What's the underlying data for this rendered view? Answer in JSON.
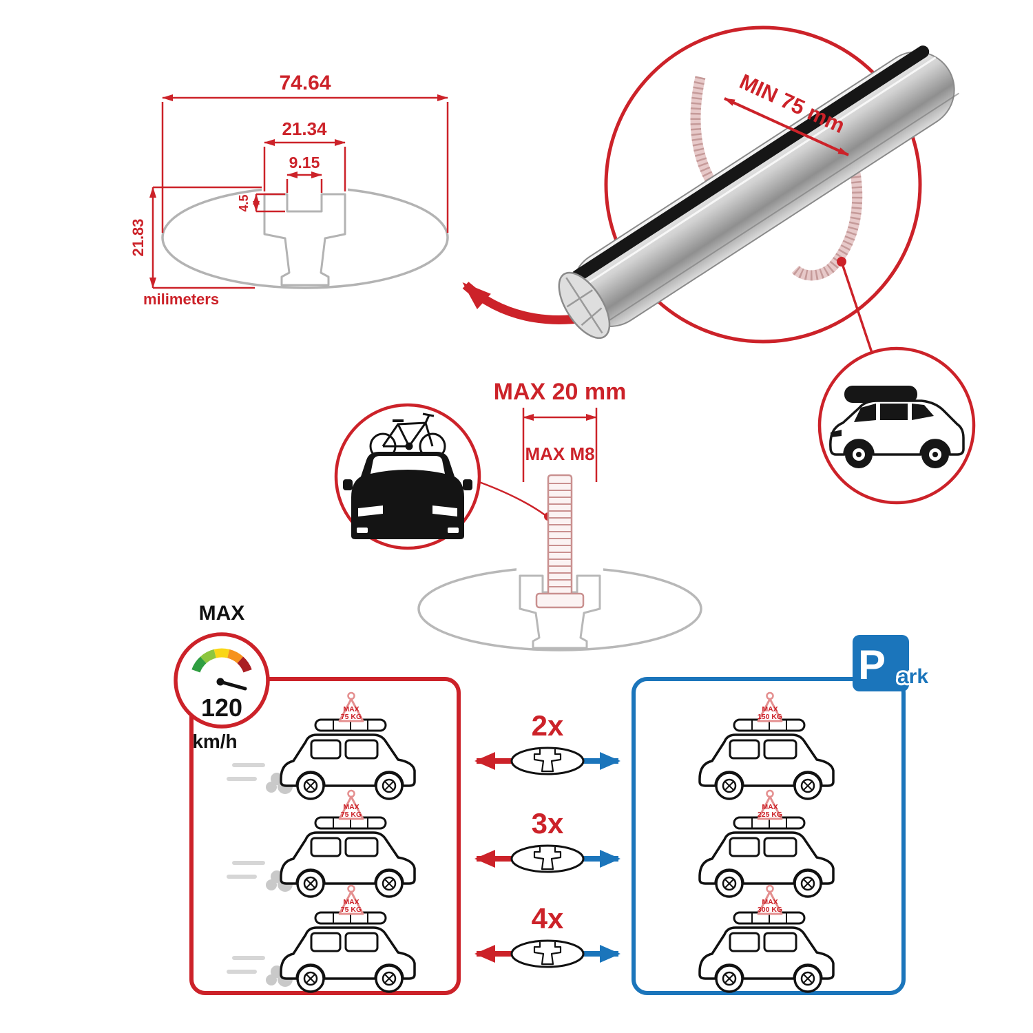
{
  "cross_section": {
    "total_width": "74.64",
    "slot_width": "21.34",
    "opening_width": "9.15",
    "lip_height": "4.5",
    "total_height": "21.83",
    "units": "milimeters"
  },
  "bar": {
    "min_clamp_span": "MIN 75 mm"
  },
  "bolt": {
    "max_length": "MAX 20 mm",
    "max_thread": "MAX M8"
  },
  "speed_limit": {
    "label": "MAX",
    "value": "120",
    "units": "km/h"
  },
  "parking_sign": {
    "p": "P",
    "ark": "ark"
  },
  "rows": [
    {
      "count": "2x",
      "left_sign": {
        "line1": "MAX",
        "line2": "75 KG"
      },
      "right_sign": {
        "line1": "MAX",
        "line2": "150 KG"
      }
    },
    {
      "count": "3x",
      "left_sign": {
        "line1": "MAX",
        "line2": "75 KG"
      },
      "right_sign": {
        "line1": "MAX",
        "line2": "225 KG"
      }
    },
    {
      "count": "4x",
      "left_sign": {
        "line1": "MAX",
        "line2": "75 KG"
      },
      "right_sign": {
        "line1": "MAX",
        "line2": "300 KG"
      }
    }
  ],
  "colors": {
    "accent_red": "#cc2229",
    "accent_blue": "#1b75bb",
    "drawing_gray": "#b3b3b3"
  }
}
